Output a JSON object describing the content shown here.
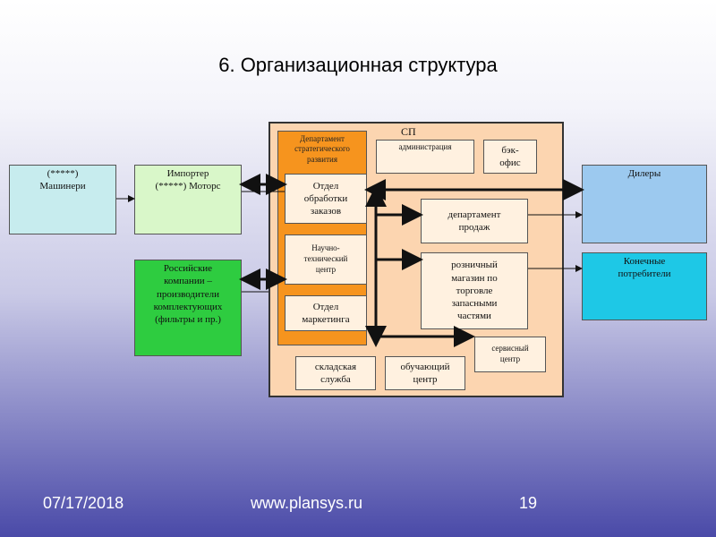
{
  "slide": {
    "title": "6. Организационная структура"
  },
  "diagram": {
    "left": {
      "machinery": "(*****)\nМашинери",
      "importer": "Импортер\n(*****) Моторс",
      "russian": "Российские\nкомпании –\nпроизводители\nкомплектующих\n(фильтры и пр.)"
    },
    "sp": {
      "label": "СП",
      "dept_strategic": "Департамент\nстратегического\nразвития",
      "order_processing": "Отдел\nобработки\nзаказов",
      "science_center": "Научно-\nтехнический\nцентр",
      "marketing": "Отдел\nмаркетинга",
      "administration": "администрация",
      "back_office": "бэк-\nофис",
      "sales_dept": "департамент\nпродаж",
      "retail_store": "розничный\nмагазин по\nторговле\nзапасными\nчастями",
      "service_center": "сервисный\nцентр",
      "warehouse": "складская\nслужба",
      "training_center": "обучающий\nцентр"
    },
    "right": {
      "dealers": "Дилеры",
      "consumers": "Конечные\nпотребители"
    },
    "colors": {
      "left_light": "#c7ecee",
      "importer": "#d9f7c9",
      "russian": "#2ecc40",
      "sp_bg": "#fcd5b0",
      "dept_orange": "#f6941e",
      "dealers": "#9cc9ef",
      "consumers": "#1ec8e6"
    }
  },
  "footer": {
    "date": "07/17/2018",
    "site": "www.plansys.ru",
    "page": "19"
  }
}
